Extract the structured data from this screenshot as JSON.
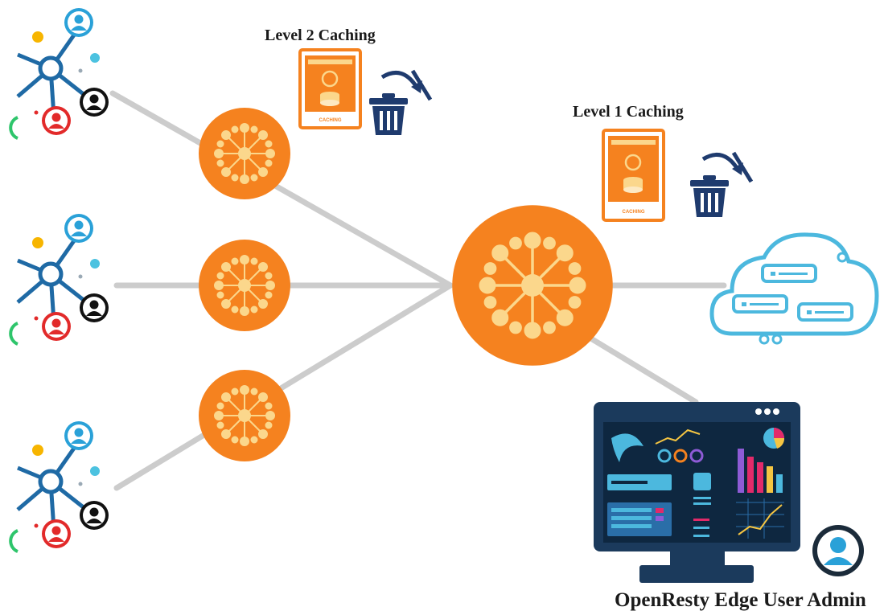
{
  "labels": {
    "level2": "Level 2 Caching",
    "level1": "Level 1 Caching",
    "admin": "OpenResty Edge User Admin"
  },
  "caching_card": {
    "text": "CACHING"
  },
  "colors": {
    "connector": "#cccccc",
    "node_orange": "#f5821f",
    "node_dot": "#fbd78c",
    "card_border": "#f5821f",
    "trash": "#1f3b6e",
    "cloud": "#4cb8de",
    "monitor": "#1b3a5c",
    "user_blue": "#2aa1d8",
    "user_red": "#e22a2a",
    "user_black": "#111111",
    "user_green": "#2ec56b",
    "cluster_blue": "#1f6aa5"
  },
  "icons": {
    "client_cluster": "user-network-icon",
    "edge_node": "edge-node-icon",
    "caching_card": "caching-server-icon",
    "trash": "trash-can-icon",
    "cloud": "cloud-servers-icon",
    "dashboard": "admin-dashboard-monitor-icon",
    "admin_avatar": "admin-avatar-icon"
  }
}
